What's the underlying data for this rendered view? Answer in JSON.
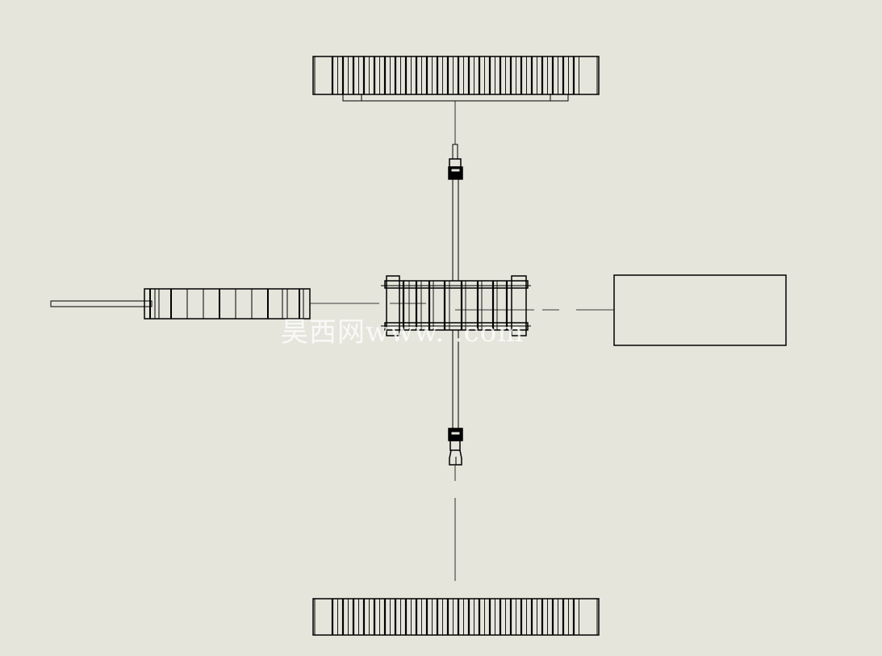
{
  "drawing": {
    "background": "#e5e5dc",
    "line_color": "#000000",
    "parts": [
      "top-wheel",
      "bottom-wheel",
      "left-wheel-with-axle",
      "center-gear-hub",
      "vertical-shaft",
      "right-block"
    ]
  },
  "watermark": {
    "text": "昊西网www. .com",
    "color": "#ffffff"
  }
}
